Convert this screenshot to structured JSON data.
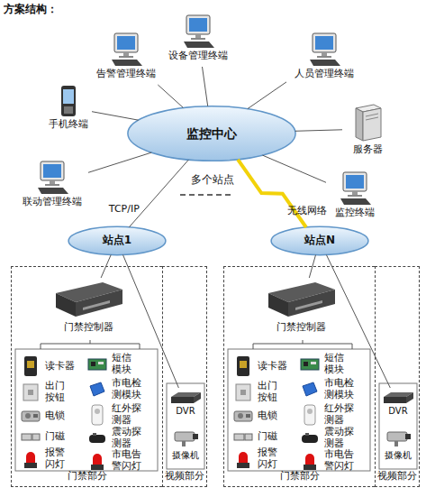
{
  "diagram": {
    "title": "方案结构：",
    "nodes": [
      {
        "text": [
          "告警管理终端"
        ]
      },
      {
        "text": [
          "设备管理终端"
        ]
      },
      {
        "text": [
          "人员管理终端"
        ]
      },
      {
        "text": [
          "手机终端"
        ]
      },
      {
        "text": [
          "监控中心"
        ]
      },
      {
        "text": [
          "服务器"
        ]
      },
      {
        "text": [
          "联动管理终端"
        ]
      },
      {
        "text": [
          "监控终端"
        ]
      },
      {
        "text": [
          "站点1"
        ]
      },
      {
        "text": [
          "站点N"
        ]
      },
      {
        "text": [
          "门禁部分"
        ]
      },
      {
        "text": [
          "门禁控制器"
        ],
        "in": 10
      },
      {
        "text": [
          "读卡器"
        ],
        "in": 10
      },
      {
        "text": [
          "短信模块"
        ],
        "in": 10
      },
      {
        "text": [
          "市电检测模块"
        ],
        "in": 10
      },
      {
        "text": [
          "出门按钮"
        ],
        "in": 10
      },
      {
        "text": [
          "红外探测器"
        ],
        "in": 10
      },
      {
        "text": [
          "电锁"
        ],
        "in": 10
      },
      {
        "text": [
          "震动探测器"
        ],
        "in": 10
      },
      {
        "text": [
          "门磁"
        ],
        "in": 10
      },
      {
        "text": [
          "报警闪灯"
        ],
        "in": 10
      },
      {
        "text": [
          "市电告警闪灯"
        ],
        "in": 10
      },
      {
        "text": [
          "视频部分"
        ]
      },
      {
        "text": [
          "DVR"
        ],
        "in": 22
      },
      {
        "text": [
          "摄像机"
        ],
        "in": 22
      },
      {
        "text": [
          "门禁部分"
        ]
      },
      {
        "text": [
          "门禁控制器"
        ],
        "in": 25
      },
      {
        "text": [
          "读卡器"
        ],
        "in": 25
      },
      {
        "text": [
          "短信模块"
        ],
        "in": 25
      },
      {
        "text": [
          "市电检测模块"
        ],
        "in": 25
      },
      {
        "text": [
          "出门按钮"
        ],
        "in": 25
      },
      {
        "text": [
          "红外探测器"
        ],
        "in": 25
      },
      {
        "text": [
          "电锁"
        ],
        "in": 25
      },
      {
        "text": [
          "震动探测器"
        ],
        "in": 25
      },
      {
        "text": [
          "门磁"
        ],
        "in": 25
      },
      {
        "text": [
          "报警闪灯"
        ],
        "in": 25
      },
      {
        "text": [
          "市电告警闪灯"
        ],
        "in": 25
      },
      {
        "text": [
          "视频部分"
        ]
      },
      {
        "text": [
          "DVR"
        ],
        "in": 37
      },
      {
        "text": [
          "摄像机"
        ],
        "in": 37
      }
    ],
    "edges": [
      {
        "from": 4,
        "to": 0,
        "arrow": "none"
      },
      {
        "from": 4,
        "to": 1,
        "arrow": "none"
      },
      {
        "from": 4,
        "to": 2,
        "arrow": "none"
      },
      {
        "from": 4,
        "to": 3,
        "arrow": "none"
      },
      {
        "from": 4,
        "to": 5,
        "arrow": "none"
      },
      {
        "from": 4,
        "to": 6,
        "arrow": "none"
      },
      {
        "from": 4,
        "to": 7,
        "arrow": "none"
      },
      {
        "from": 4,
        "to": 8,
        "label": "TCP/IP",
        "arrow": "none"
      },
      {
        "from": 4,
        "to": 9,
        "label": "无线网络",
        "arrow": "none"
      },
      {
        "from": 8,
        "to": 11,
        "arrow": "none"
      },
      {
        "from": 8,
        "to": 23,
        "arrow": "none"
      },
      {
        "from": 9,
        "to": 26,
        "arrow": "none"
      },
      {
        "from": 9,
        "to": 38,
        "arrow": "none"
      }
    ],
    "labels": [
      "多个站点"
    ]
  }
}
